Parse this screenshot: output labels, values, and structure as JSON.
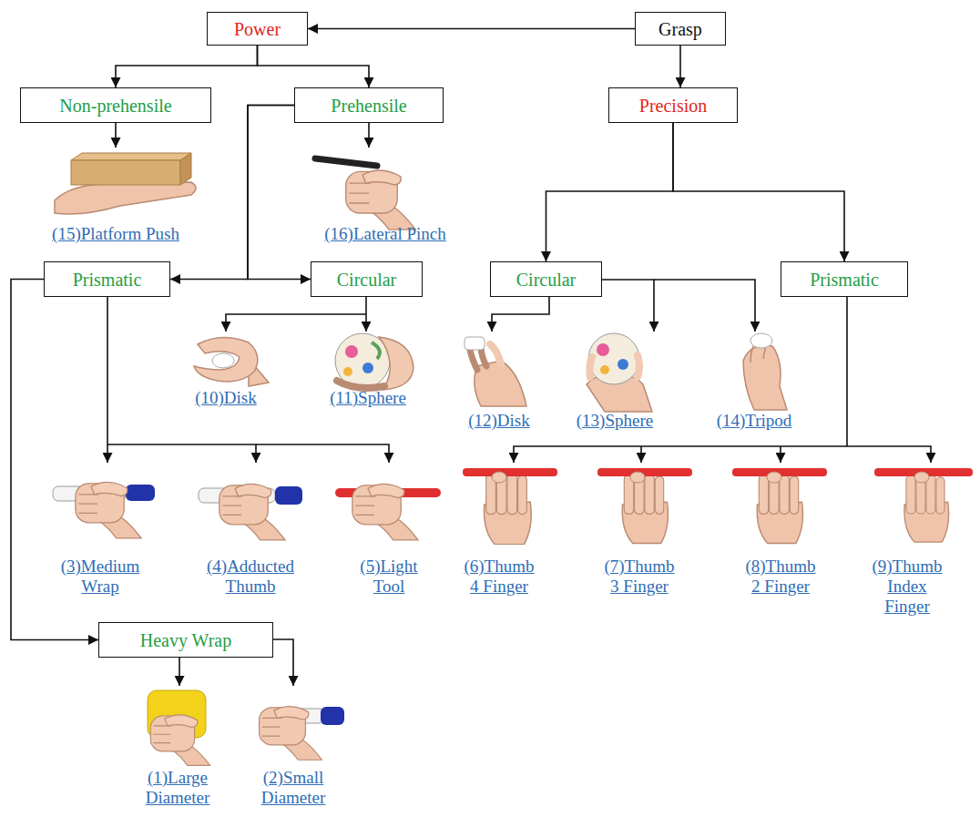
{
  "diagram": {
    "nodes": [
      {
        "text": [
          "Power"
        ]
      },
      {
        "text": [
          "Grasp"
        ]
      },
      {
        "text": [
          "Non-prehensile"
        ]
      },
      {
        "text": [
          "Prehensile"
        ]
      },
      {
        "text": [
          "Precision"
        ]
      },
      {
        "text": [
          "Prismatic"
        ]
      },
      {
        "text": [
          "Circular"
        ]
      },
      {
        "text": [
          "Circular"
        ]
      },
      {
        "text": [
          "Prismatic"
        ]
      },
      {
        "text": [
          "Heavy Wrap"
        ]
      }
    ],
    "edges": [
      {
        "from": 1,
        "to": 0,
        "arrow": "to"
      },
      {
        "from": 1,
        "to": 4,
        "arrow": "to"
      },
      {
        "from": 0,
        "to": 2,
        "arrow": "to"
      },
      {
        "from": 0,
        "to": 3,
        "arrow": "to"
      },
      {
        "from": 3,
        "to": 5,
        "arrow": "to"
      },
      {
        "from": 3,
        "to": 6,
        "arrow": "to"
      },
      {
        "from": 4,
        "to": 7,
        "arrow": "to"
      },
      {
        "from": 4,
        "to": 8,
        "arrow": "to"
      },
      {
        "from": 5,
        "to": 9,
        "arrow": "to"
      }
    ],
    "labels": [
      "(15)Platform Push",
      "(16)Lateral Pinch",
      "(10)Disk",
      "(11)Sphere",
      "(12)Disk",
      "(13)Sphere",
      "(14)Tripod",
      "(3)Medium Wrap",
      "(4)Adducted Thumb",
      "(5)Light Tool",
      "(6)Thumb 4 Finger",
      "(7)Thumb 3 Finger",
      "(8)Thumb 2 Finger",
      "(9)Thumb Index Finger",
      "(1)Large Diameter",
      "(2)Small Diameter"
    ]
  }
}
